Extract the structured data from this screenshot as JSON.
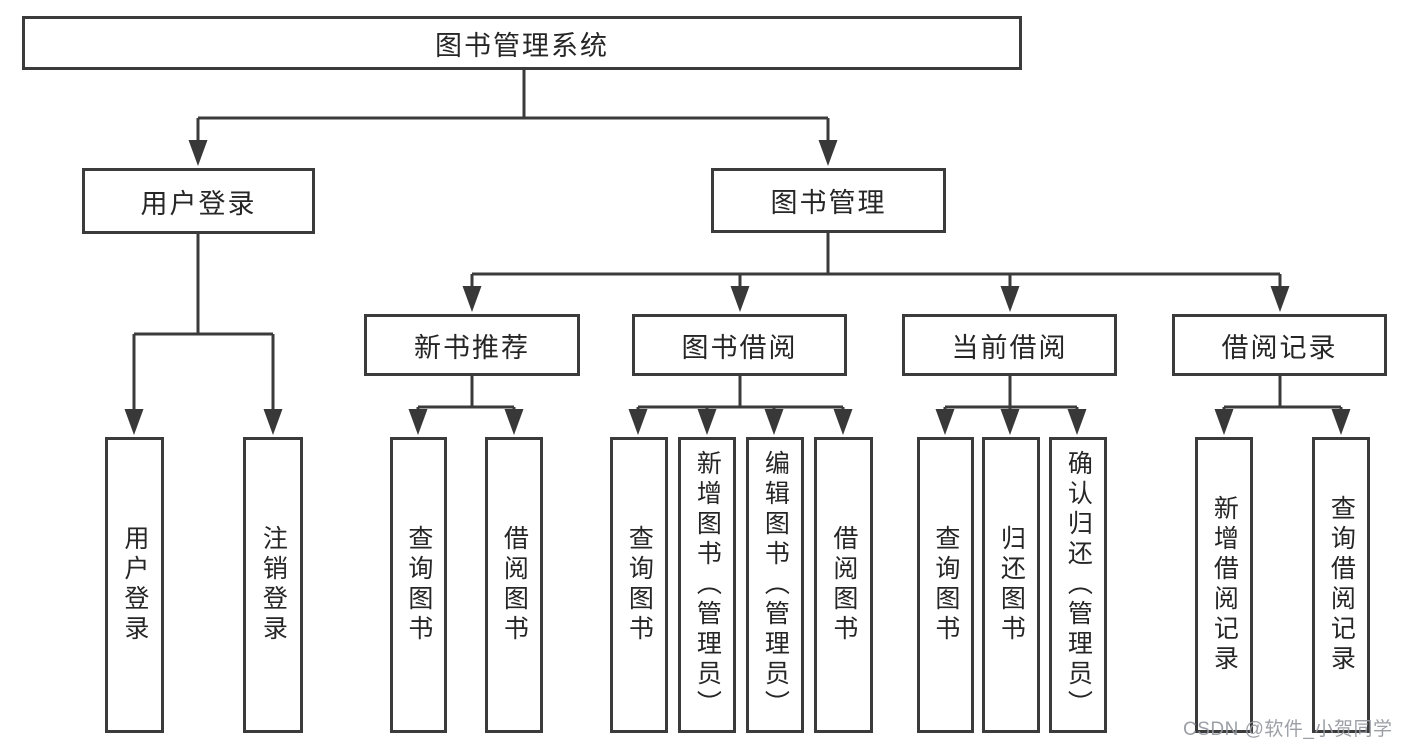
{
  "tree": {
    "root": {
      "label": "图书管理系统"
    },
    "branches": [
      {
        "label": "用户登录",
        "children": [
          {
            "label": "用户登录"
          },
          {
            "label": "注销登录"
          }
        ]
      },
      {
        "label": "图书管理",
        "children": [
          {
            "label": "新书推荐",
            "children": [
              {
                "label": "查询图书"
              },
              {
                "label": "借阅图书"
              }
            ]
          },
          {
            "label": "图书借阅",
            "children": [
              {
                "label": "查询图书"
              },
              {
                "label": "新增图书（管理员）"
              },
              {
                "label": "编辑图书（管理员）"
              },
              {
                "label": "借阅图书"
              }
            ]
          },
          {
            "label": "当前借阅",
            "children": [
              {
                "label": "查询图书"
              },
              {
                "label": "归还图书"
              },
              {
                "label": "确认归还（管理员）"
              }
            ]
          },
          {
            "label": "借阅记录",
            "children": [
              {
                "label": "新增借阅记录"
              },
              {
                "label": "查询借阅记录"
              }
            ]
          }
        ]
      }
    ]
  },
  "watermark": {
    "text": "CSDN @软件_小贺同学"
  },
  "colors": {
    "line": "#3b3b3b",
    "text": "#262626",
    "background": "#ffffff",
    "watermark": "#94989e"
  }
}
